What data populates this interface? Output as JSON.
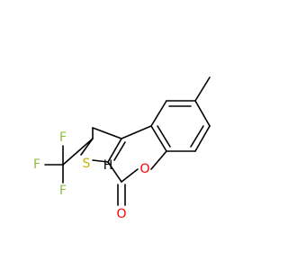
{
  "molecule": {
    "atoms": {
      "fluorine_top": "F",
      "fluorine_left": "F",
      "fluorine_bottom": "F",
      "sulfur": "S",
      "ring_oxygen": "O",
      "carbonyl_oxygen": "O",
      "stereo_hydrogen": "H"
    },
    "colors": {
      "bond": "#000000",
      "fluorine": "#8fbf3f",
      "sulfur": "#c8b400",
      "oxygen": "#ff0000",
      "hydrogen": "#000000",
      "background": "#ffffff"
    }
  }
}
